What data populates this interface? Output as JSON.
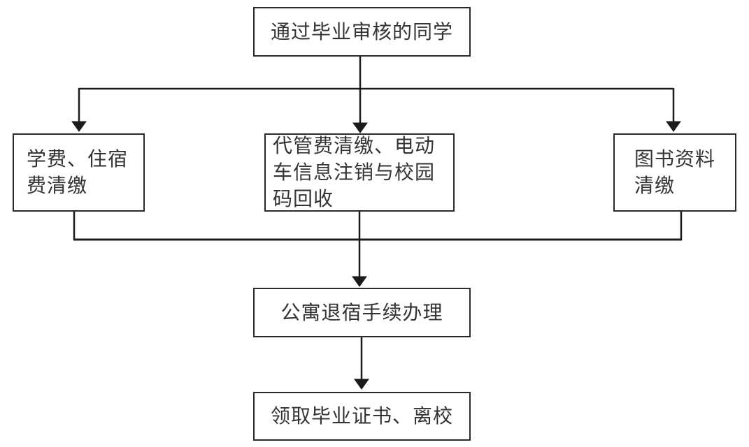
{
  "diagram": {
    "type": "flowchart",
    "direction": "top-down",
    "colors": {
      "line": "#1b1b1b",
      "box_border": "#2b2b2b",
      "text": "#333333",
      "background": "#ffffff"
    },
    "nodes": [
      {
        "id": "start",
        "label": "通过毕业审核的同学"
      },
      {
        "id": "tuition",
        "label": "学费、住宿费清缴"
      },
      {
        "id": "misc",
        "label": "代管费清缴、电动车信息注销与校园码回收"
      },
      {
        "id": "library",
        "label": "图书资料清缴"
      },
      {
        "id": "dorm",
        "label": "公寓退宿手续办理"
      },
      {
        "id": "leave",
        "label": "领取毕业证书、离校"
      }
    ],
    "edges": [
      {
        "from": "start",
        "to": "tuition"
      },
      {
        "from": "start",
        "to": "misc"
      },
      {
        "from": "start",
        "to": "library"
      },
      {
        "from": "tuition",
        "to": "dorm"
      },
      {
        "from": "misc",
        "to": "dorm"
      },
      {
        "from": "library",
        "to": "dorm"
      },
      {
        "from": "dorm",
        "to": "leave"
      }
    ]
  }
}
